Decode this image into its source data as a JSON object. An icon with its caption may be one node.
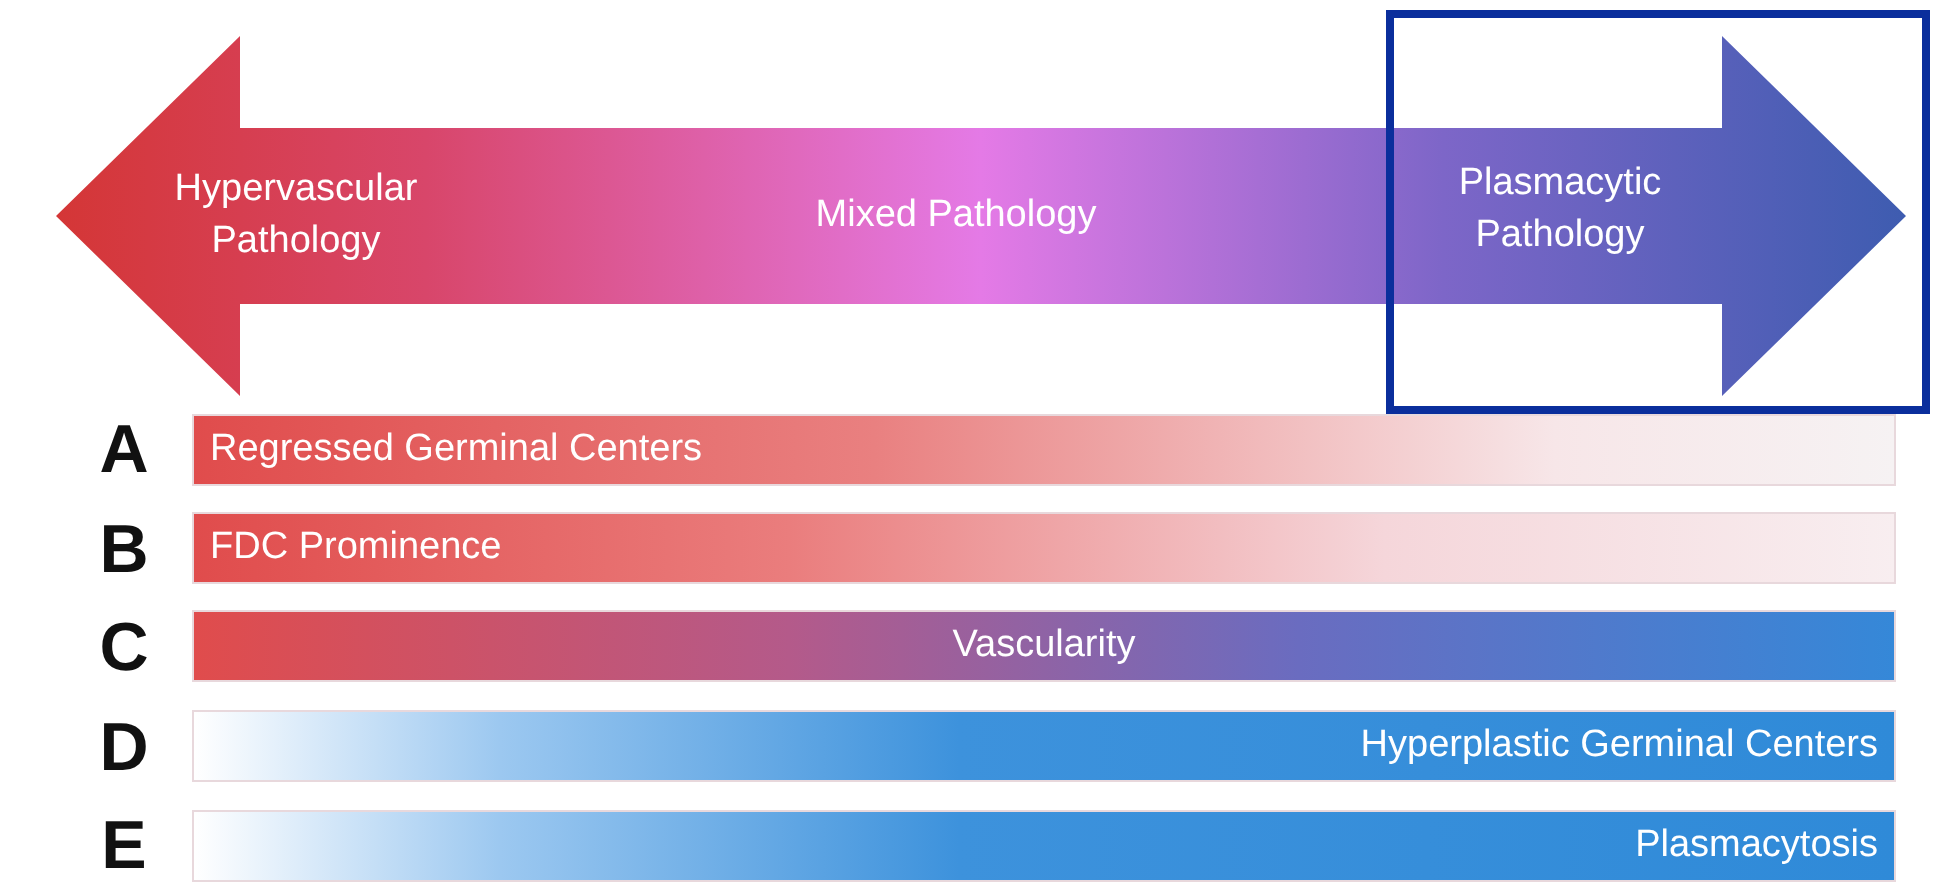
{
  "diagram": {
    "nodes": [
      {
        "text": [
          "Hypervascular Pathology",
          "Mixed Pathology"
        ]
      },
      {
        "text": [
          "Plasmacytic Pathology"
        ]
      },
      {
        "text": [
          "Regressed Germinal Centers"
        ]
      },
      {
        "text": [
          "FDC Prominence"
        ]
      },
      {
        "text": [
          "Vascularity"
        ]
      },
      {
        "text": [
          "Hyperplastic Germinal Centers"
        ]
      },
      {
        "text": [
          "Plasmacytosis"
        ]
      }
    ],
    "edges": [],
    "labels": [
      "A",
      "B",
      "C",
      "D",
      "E"
    ]
  }
}
